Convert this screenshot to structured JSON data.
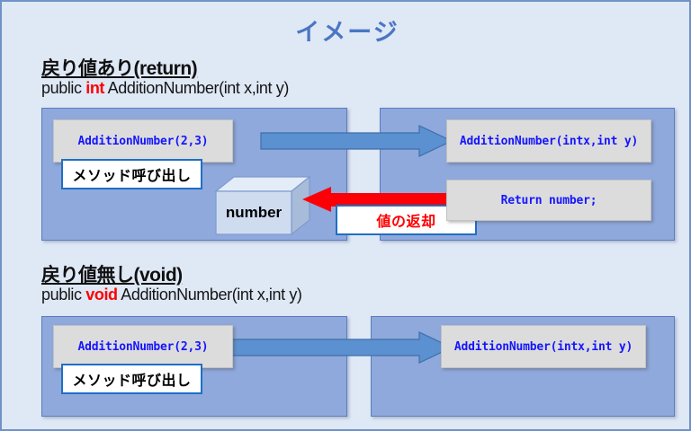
{
  "slide": {
    "title": "イメージ",
    "title_color": "#4a76c4",
    "background_color": "#dfe8f5",
    "panel_color": "#8fa9dd",
    "codebox_color": "#dcdcdc",
    "accent_blue": "#1f6fc4",
    "accent_red": "#ff0000"
  },
  "sections": [
    {
      "heading": "戻り値あり(return)",
      "signature_before": "public ",
      "signature_keyword": "int",
      "signature_after": " AdditionNumber(int x,int y)",
      "caller_code": "AdditionNumber(2,3)",
      "caller_callout": "メソッド呼び出し",
      "variable_box_label": "number",
      "callee_code": "AdditionNumber(intx,int y)",
      "callee_return_code": "Return number;",
      "return_callout": "値の返却",
      "call_arrow": "blue-right-arrow",
      "return_arrow": "red-left-arrow"
    },
    {
      "heading": "戻り値無し(void)",
      "signature_before": "public ",
      "signature_keyword": "void",
      "signature_after": " AdditionNumber(int x,int y)",
      "caller_code": "AdditionNumber(2,3)",
      "caller_callout": "メソッド呼び出し",
      "callee_code": "AdditionNumber(intx,int y)",
      "call_arrow": "blue-right-arrow"
    }
  ]
}
